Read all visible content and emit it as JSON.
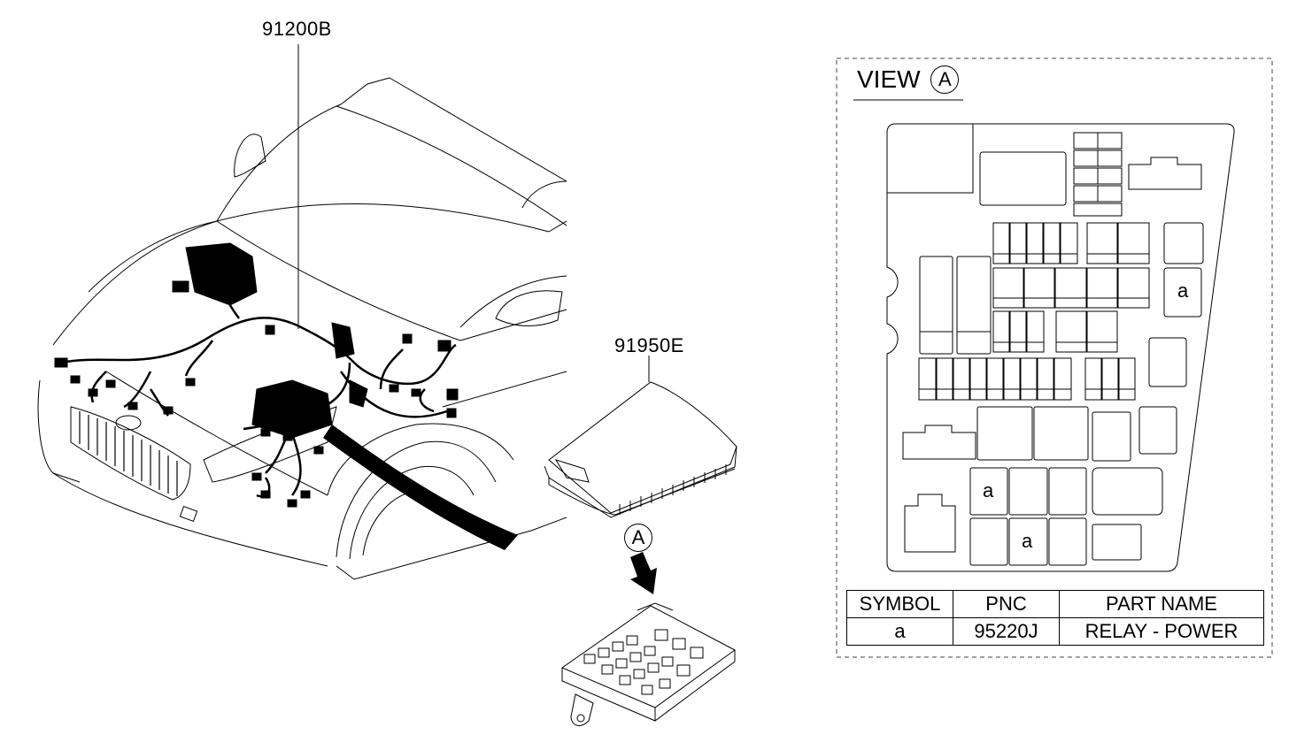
{
  "labels": {
    "harness_part": "91200B",
    "cover_part": "91950E",
    "callout": "A"
  },
  "view": {
    "title": "VIEW",
    "letter": "A"
  },
  "relay_symbols": [
    "a",
    "a",
    "a"
  ],
  "legend": {
    "headers": [
      "SYMBOL",
      "PNC",
      "PART NAME"
    ],
    "rows": [
      {
        "symbol": "a",
        "pnc": "95220J",
        "part_name": "RELAY - POWER"
      }
    ]
  }
}
